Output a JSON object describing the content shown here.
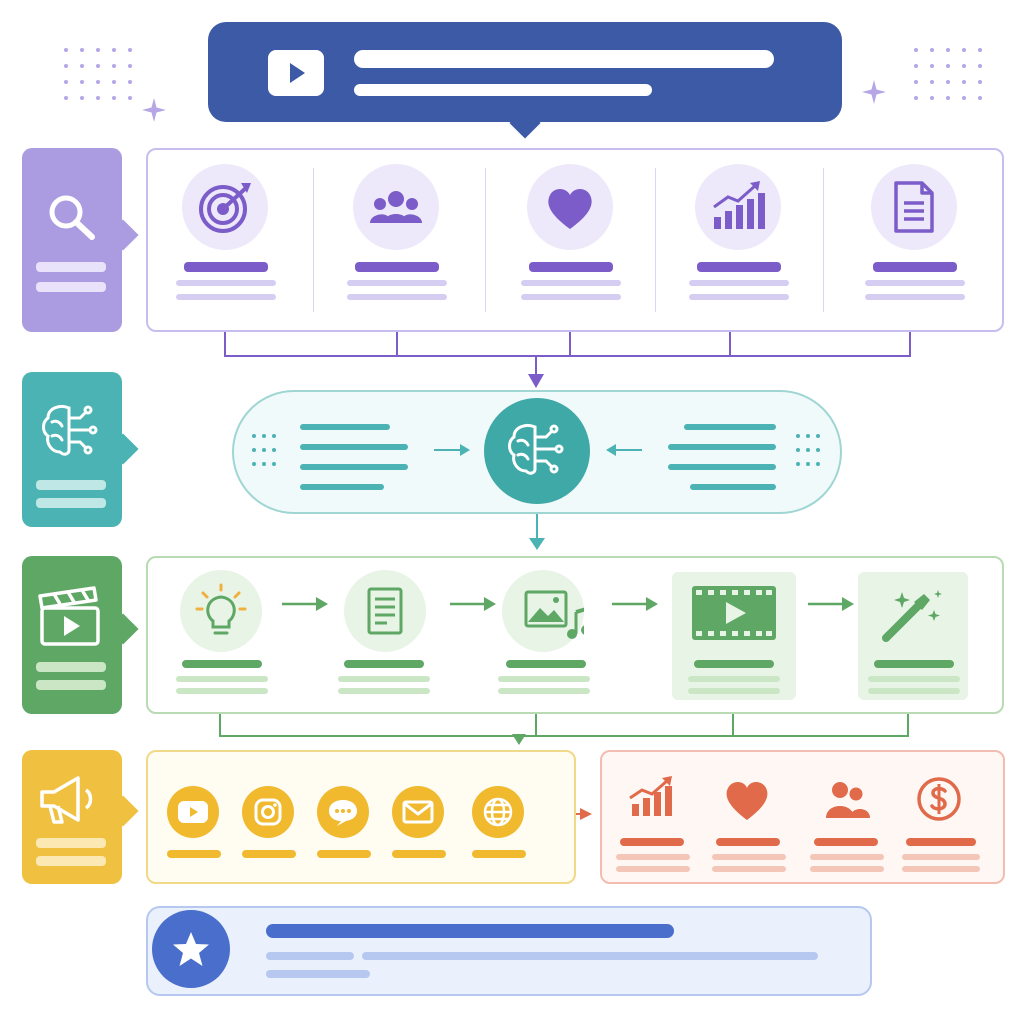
{
  "colors": {
    "header": "#3c5aa6",
    "research": "#ab9be0",
    "research_line": "#7b5cc9",
    "ai": "#4bb3b3",
    "production": "#5ea764",
    "distribution": "#f0c040",
    "analytics": "#e06a4a",
    "result": "#4a6ecb"
  },
  "header": {
    "icon": "play-icon"
  },
  "stages": [
    {
      "key": "research",
      "icon": "magnifier-icon"
    },
    {
      "key": "ai",
      "icon": "brain-icon"
    },
    {
      "key": "production",
      "icon": "clapperboard-icon"
    },
    {
      "key": "distribution",
      "icon": "megaphone-icon"
    }
  ],
  "research_items": [
    "target-icon",
    "audience-icon",
    "heart-icon",
    "growth-chart-icon",
    "document-icon"
  ],
  "production_steps": [
    "lightbulb-icon",
    "script-icon",
    "media-assets-icon",
    "video-edit-icon",
    "magic-wand-icon"
  ],
  "channels": [
    "youtube-icon",
    "instagram-icon",
    "chat-icon",
    "email-icon",
    "web-icon"
  ],
  "metrics": [
    "growth-chart-icon",
    "heart-icon",
    "audience-icon",
    "dollar-icon"
  ],
  "result": {
    "icon": "star-icon"
  }
}
